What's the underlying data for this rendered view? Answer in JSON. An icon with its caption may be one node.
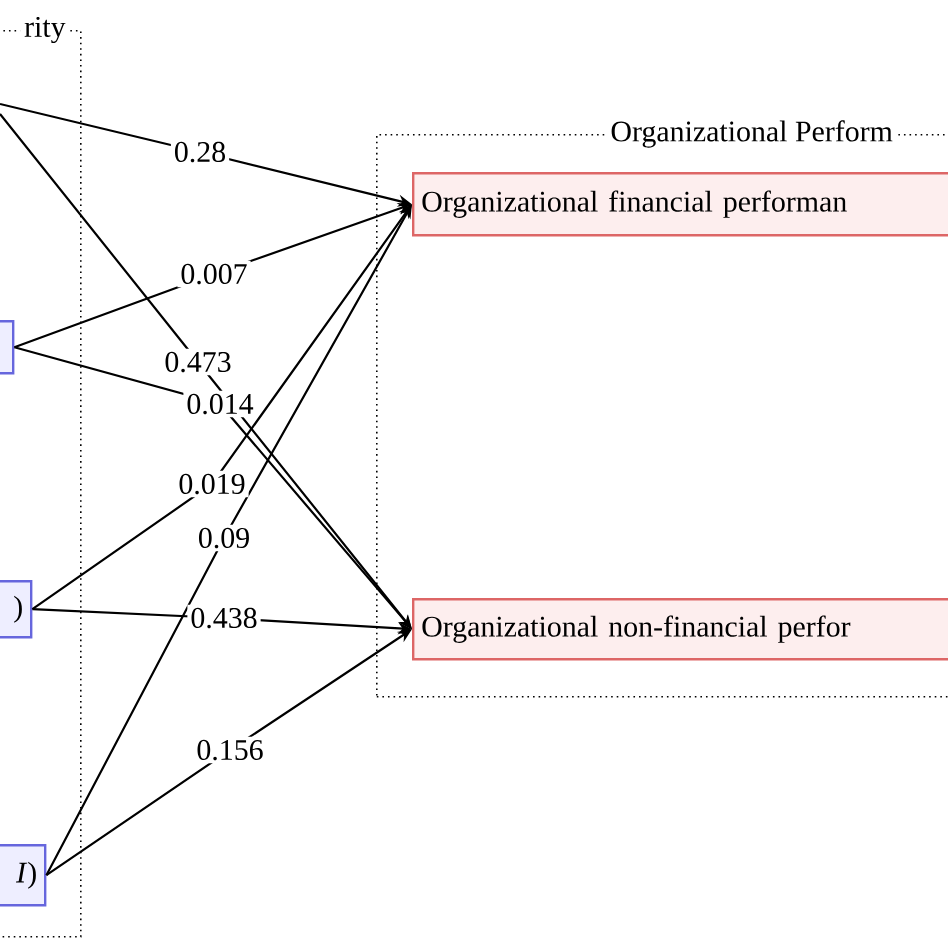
{
  "diagram": {
    "nodes": [
      {
        "text": [
          "rity"
        ]
      },
      {
        "text": [],
        "shape": "box",
        "in": 0
      },
      {
        "text": [
          ")"
        ],
        "in": 0
      },
      {
        "text": [
          "*I*)"
        ],
        "in": 0
      },
      {
        "text": [
          "Organizational Perform"
        ]
      },
      {
        "text": [
          "Organizational financial performan"
        ],
        "in": 4
      },
      {
        "text": [
          "Organizational non-financial perfor"
        ],
        "in": 4
      }
    ],
    "edges": [
      {
        "from": null,
        "to": 5,
        "arrow": "to",
        "label": "0.28"
      },
      {
        "from": 1,
        "to": 5,
        "arrow": "to",
        "label": "0.007"
      },
      {
        "from": null,
        "to": 6,
        "arrow": "to",
        "label": "0.473"
      },
      {
        "from": 1,
        "to": 6,
        "arrow": "to",
        "label": "0.014"
      },
      {
        "from": 2,
        "to": 5,
        "arrow": "to",
        "label": "0.019"
      },
      {
        "from": 3,
        "to": 5,
        "arrow": "to",
        "label": "0.09"
      },
      {
        "from": 2,
        "to": 6,
        "arrow": "to",
        "label": "0.438"
      },
      {
        "from": 3,
        "to": 6,
        "arrow": "to",
        "label": "0.156"
      }
    ]
  }
}
